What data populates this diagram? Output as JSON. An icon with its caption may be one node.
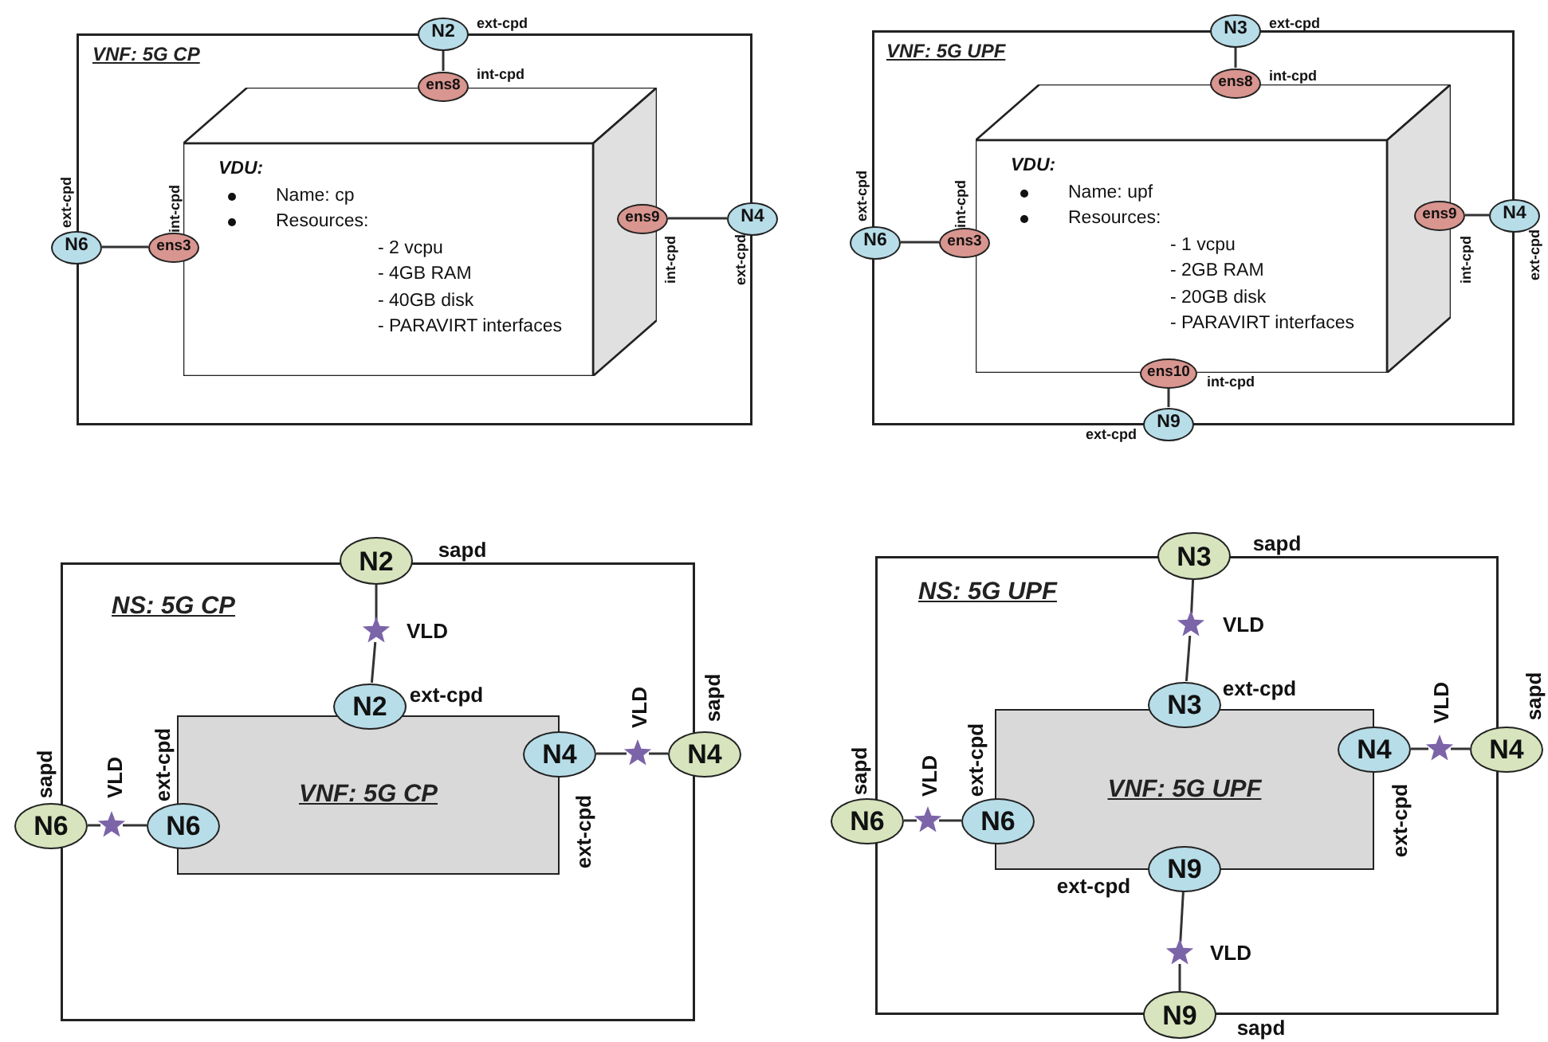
{
  "diagram": {
    "nodes": [
      {
        "text": [
          "VNF: 5G CP"
        ]
      },
      {
        "text": [
          "VDU:",
          "Name: cp",
          "Resources:",
          "- 2 vcpu",
          "- 4GB RAM",
          "- 40GB disk",
          "- PARAVIRT interfaces"
        ],
        "in": 0
      },
      {
        "text": [
          "N2"
        ],
        "beside": [
          "ext-cpd"
        ]
      },
      {
        "text": [
          "ens8"
        ],
        "beside": [
          "int-cpd"
        ],
        "in": 0
      },
      {
        "text": [
          "N6"
        ],
        "beside": [
          "ext-cpd"
        ]
      },
      {
        "text": [
          "ens3"
        ],
        "beside": [
          "int-cpd"
        ],
        "in": 0
      },
      {
        "text": [
          "ens9"
        ],
        "beside": [
          "int-cpd"
        ],
        "in": 0
      },
      {
        "text": [
          "N4"
        ],
        "beside": [
          "ext-cpd"
        ]
      },
      {
        "text": [
          "VNF: 5G UPF"
        ]
      },
      {
        "text": [
          "VDU:",
          "Name: upf",
          "Resources:",
          "- 1 vcpu",
          "- 2GB RAM",
          "- 20GB disk",
          "- PARAVIRT interfaces"
        ],
        "in": 8
      },
      {
        "text": [
          "N3"
        ],
        "beside": [
          "ext-cpd"
        ]
      },
      {
        "text": [
          "ens8"
        ],
        "beside": [
          "int-cpd"
        ],
        "in": 8
      },
      {
        "text": [
          "N6"
        ],
        "beside": [
          "ext-cpd"
        ]
      },
      {
        "text": [
          "ens3"
        ],
        "beside": [
          "int-cpd"
        ],
        "in": 8
      },
      {
        "text": [
          "ens9"
        ],
        "beside": [
          "int-cpd"
        ],
        "in": 8
      },
      {
        "text": [
          "N4"
        ],
        "beside": [
          "ext-cpd"
        ]
      },
      {
        "text": [
          "ens10"
        ],
        "beside": [
          "int-cpd"
        ],
        "in": 8
      },
      {
        "text": [
          "N9"
        ],
        "beside": [
          "ext-cpd"
        ]
      },
      {
        "text": [
          "NS: 5G CP"
        ]
      },
      {
        "text": [
          "N2"
        ],
        "beside": [
          "sapd"
        ]
      },
      {
        "text": [],
        "shape": "star",
        "beside": [
          "VLD"
        ],
        "in": 18
      },
      {
        "text": [
          "VNF: 5G CP"
        ],
        "in": 18
      },
      {
        "text": [
          "N2"
        ],
        "beside": [
          "ext-cpd"
        ],
        "in": 18
      },
      {
        "text": [
          "N6"
        ],
        "beside": [
          "sapd"
        ]
      },
      {
        "text": [],
        "shape": "star",
        "beside": [
          "VLD"
        ],
        "in": 18
      },
      {
        "text": [
          "N6"
        ],
        "beside": [
          "ext-cpd"
        ],
        "in": 18
      },
      {
        "text": [
          "N4"
        ],
        "beside": [
          "ext-cpd"
        ],
        "in": 18
      },
      {
        "text": [],
        "shape": "star",
        "beside": [
          "VLD"
        ],
        "in": 18
      },
      {
        "text": [
          "N4"
        ],
        "beside": [
          "sapd"
        ]
      },
      {
        "text": [
          "NS: 5G UPF"
        ]
      },
      {
        "text": [
          "N3"
        ],
        "beside": [
          "sapd"
        ]
      },
      {
        "text": [],
        "shape": "star",
        "beside": [
          "VLD"
        ],
        "in": 29
      },
      {
        "text": [
          "VNF: 5G UPF"
        ],
        "in": 29
      },
      {
        "text": [
          "N3"
        ],
        "beside": [
          "ext-cpd"
        ],
        "in": 29
      },
      {
        "text": [
          "N6"
        ],
        "beside": [
          "sapd"
        ]
      },
      {
        "text": [],
        "shape": "star",
        "beside": [
          "VLD"
        ],
        "in": 29
      },
      {
        "text": [
          "N6"
        ],
        "beside": [
          "ext-cpd"
        ],
        "in": 29
      },
      {
        "text": [
          "N4"
        ],
        "beside": [
          "ext-cpd"
        ],
        "in": 29
      },
      {
        "text": [],
        "shape": "star",
        "beside": [
          "VLD"
        ],
        "in": 29
      },
      {
        "text": [
          "N4"
        ],
        "beside": [
          "sapd"
        ]
      },
      {
        "text": [
          "N9"
        ],
        "beside": [
          "ext-cpd"
        ],
        "in": 29
      },
      {
        "text": [],
        "shape": "star",
        "beside": [
          "VLD"
        ],
        "in": 29
      },
      {
        "text": [
          "N9"
        ],
        "beside": [
          "sapd"
        ]
      }
    ],
    "edges": [
      {
        "from": 2,
        "to": 3,
        "arrow": "none"
      },
      {
        "from": 4,
        "to": 5,
        "arrow": "none"
      },
      {
        "from": 6,
        "to": 7,
        "arrow": "none"
      },
      {
        "from": 10,
        "to": 11,
        "arrow": "none"
      },
      {
        "from": 12,
        "to": 13,
        "arrow": "none"
      },
      {
        "from": 14,
        "to": 15,
        "arrow": "none"
      },
      {
        "from": 16,
        "to": 17,
        "arrow": "none"
      },
      {
        "from": 19,
        "to": 20,
        "arrow": "none"
      },
      {
        "from": 20,
        "to": 22,
        "arrow": "none"
      },
      {
        "from": 23,
        "to": 24,
        "arrow": "none"
      },
      {
        "from": 24,
        "to": 25,
        "arrow": "none"
      },
      {
        "from": 26,
        "to": 27,
        "arrow": "none"
      },
      {
        "from": 27,
        "to": 28,
        "arrow": "none"
      },
      {
        "from": 30,
        "to": 31,
        "arrow": "none"
      },
      {
        "from": 31,
        "to": 33,
        "arrow": "none"
      },
      {
        "from": 34,
        "to": 35,
        "arrow": "none"
      },
      {
        "from": 35,
        "to": 36,
        "arrow": "none"
      },
      {
        "from": 37,
        "to": 38,
        "arrow": "none"
      },
      {
        "from": 38,
        "to": 39,
        "arrow": "none"
      },
      {
        "from": 40,
        "to": 41,
        "arrow": "none"
      },
      {
        "from": 41,
        "to": 42,
        "arrow": "none"
      }
    ]
  }
}
